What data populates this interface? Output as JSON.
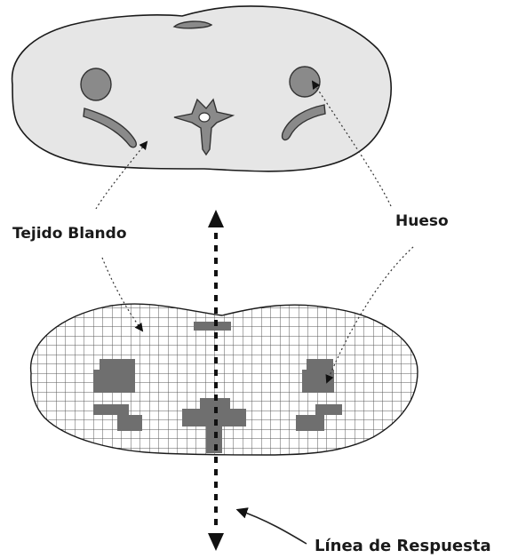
{
  "labels": {
    "soft_tissue": "Tejido Blando",
    "bone": "Hueso",
    "response_line": "Línea de Respuesta"
  },
  "colors": {
    "body_fill": "#e6e6e6",
    "bone_fill": "#8a8a8a",
    "pixel_bone_fill": "#6f6f6f",
    "grid_line": "#5a5a5a",
    "outline": "#1a1a1a"
  }
}
